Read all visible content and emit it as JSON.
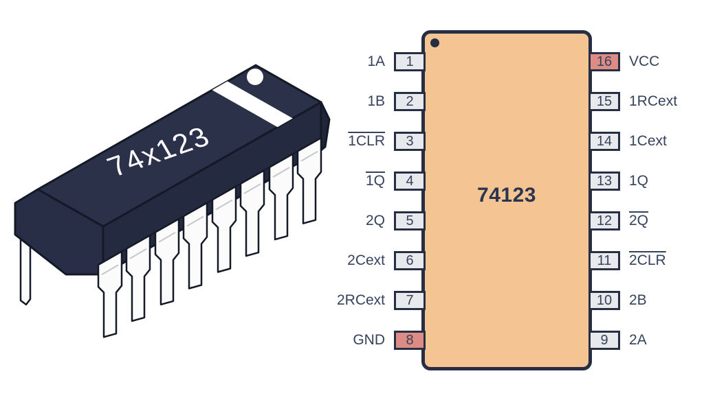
{
  "package": {
    "label": "74x123",
    "pin_count": 16,
    "body_color": "#2A3149",
    "pin_color": "#FBFBFC"
  },
  "pinout": {
    "chip_label": "74123",
    "colors": {
      "body_fill": "#F5C493",
      "outline": "#262E44",
      "pin_box_fill": "#E8E9EC",
      "power_pin_fill": "#DC8B85",
      "label_text": "#36425C"
    },
    "left_pins": [
      {
        "number": "1",
        "label": "1A",
        "overline": false,
        "highlight": false
      },
      {
        "number": "2",
        "label": "1B",
        "overline": false,
        "highlight": false
      },
      {
        "number": "3",
        "label": "1CLR",
        "overline": true,
        "highlight": false
      },
      {
        "number": "4",
        "label": "1Q",
        "overline": true,
        "highlight": false
      },
      {
        "number": "5",
        "label": "2Q",
        "overline": false,
        "highlight": false
      },
      {
        "number": "6",
        "label": "2Cext",
        "overline": false,
        "highlight": false
      },
      {
        "number": "7",
        "label": "2RCext",
        "overline": false,
        "highlight": false
      },
      {
        "number": "8",
        "label": "GND",
        "overline": false,
        "highlight": true
      }
    ],
    "right_pins": [
      {
        "number": "16",
        "label": "VCC",
        "overline": false,
        "highlight": true
      },
      {
        "number": "15",
        "label": "1RCext",
        "overline": false,
        "highlight": false
      },
      {
        "number": "14",
        "label": "1Cext",
        "overline": false,
        "highlight": false
      },
      {
        "number": "13",
        "label": "1Q",
        "overline": false,
        "highlight": false
      },
      {
        "number": "12",
        "label": "2Q",
        "overline": true,
        "highlight": false
      },
      {
        "number": "11",
        "label": "2CLR",
        "overline": true,
        "highlight": false
      },
      {
        "number": "10",
        "label": "2B",
        "overline": false,
        "highlight": false
      },
      {
        "number": "9",
        "label": "2A",
        "overline": false,
        "highlight": false
      }
    ]
  }
}
